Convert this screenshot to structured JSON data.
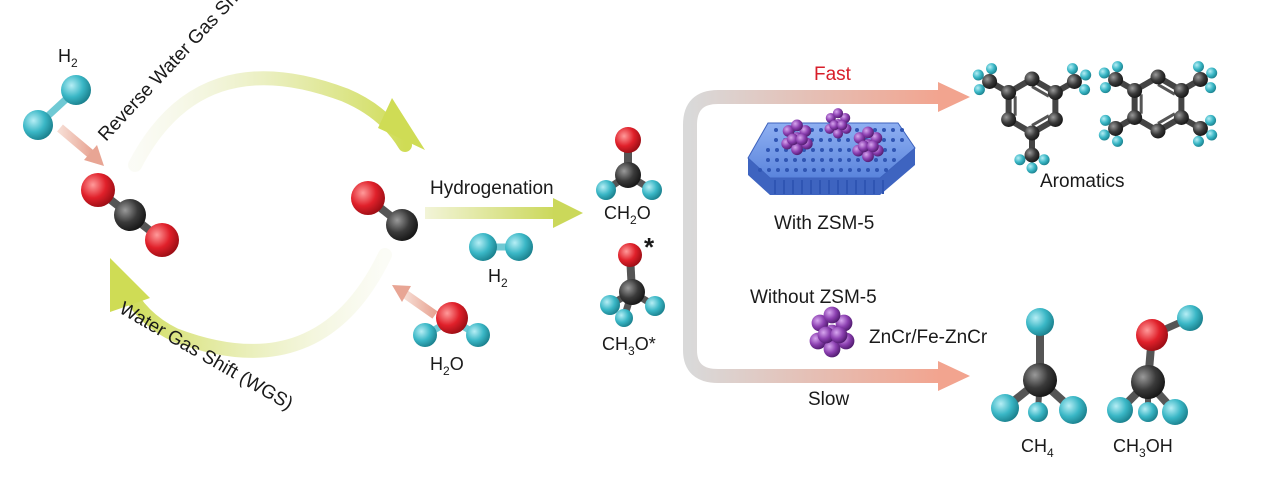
{
  "labels": {
    "h2_top": "H",
    "h2_top_sub": "2",
    "rwgs": "Reverse Water Gas Shift (RWGS)",
    "wgs": "Water Gas Shift (WGS)",
    "hydrogenation": "Hydrogenation",
    "h2_mid": "H",
    "h2_mid_sub": "2",
    "h2o_a": "H",
    "h2o_sub": "2",
    "h2o_b": "O",
    "ch2o_a": "CH",
    "ch2o_sub": "2",
    "ch2o_b": "O",
    "ch3o_star": "*",
    "ch3o_a": "CH",
    "ch3o_sub": "3",
    "ch3o_b": "O*",
    "fast": "Fast",
    "slow": "Slow",
    "with_zsm5": "With ZSM-5",
    "without_zsm5": "Without ZSM-5",
    "catalyst": "ZnCr/Fe-ZnCr",
    "aromatics": "Aromatics",
    "ch4_a": "CH",
    "ch4_sub": "4",
    "ch3oh_a": "CH",
    "ch3oh_sub": "3",
    "ch3oh_b": "OH"
  },
  "colors": {
    "oxygen": "#e0202a",
    "carbon": "#3a3a3a",
    "hydrogen": "#3ab7c6",
    "fast_text": "#d81e2a",
    "arrow_green": "#c9d85a",
    "arrow_salmon": "#f2a48f",
    "zeolite_blue": "#4f79d6",
    "cluster_purple": "#8b3fb0"
  },
  "icons": {
    "h2_molecule": "h2-molecule-icon",
    "co2_molecule": "co2-molecule-icon",
    "co_molecule": "co-molecule-icon",
    "h2o_molecule": "h2o-molecule-icon",
    "zeolite": "zeolite-icon",
    "metal_cluster": "metal-cluster-icon"
  }
}
